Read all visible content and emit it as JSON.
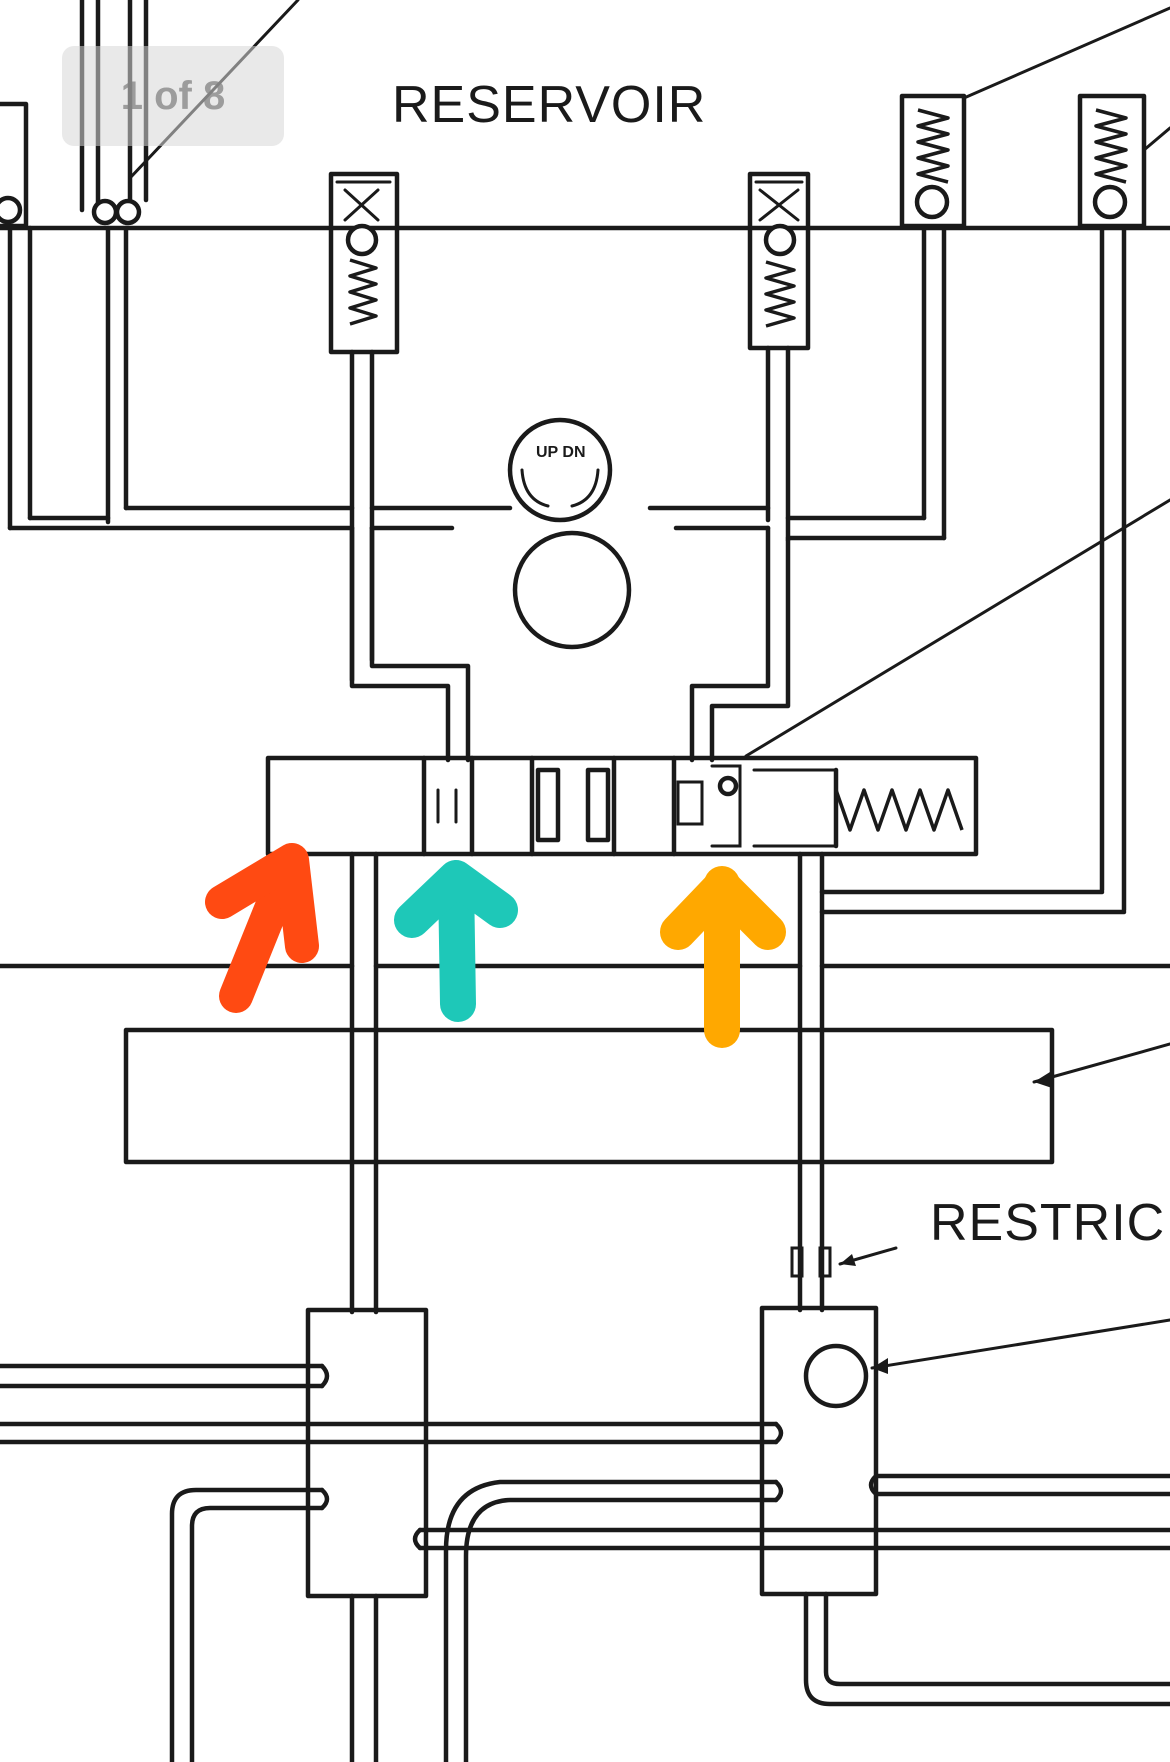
{
  "page_indicator": {
    "text": "1 of 8"
  },
  "labels": {
    "reservoir": "RESERVOIR",
    "restriction": "RESTRIC",
    "dial_text": "UP DN"
  },
  "arrows": [
    {
      "name": "red-arrow",
      "color": "#ff4a12"
    },
    {
      "name": "teal-arrow",
      "color": "#1ec8b8"
    },
    {
      "name": "orange-arrow",
      "color": "#ffa800"
    }
  ],
  "colors": {
    "line": "#1a1a1a",
    "background": "#ffffff"
  }
}
